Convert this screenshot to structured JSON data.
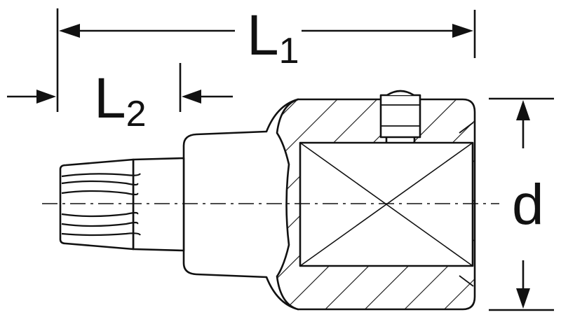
{
  "labels": {
    "l1_main": "L",
    "l1_sub": "1",
    "l2_main": "L",
    "l2_sub": "2",
    "d": "d"
  }
}
